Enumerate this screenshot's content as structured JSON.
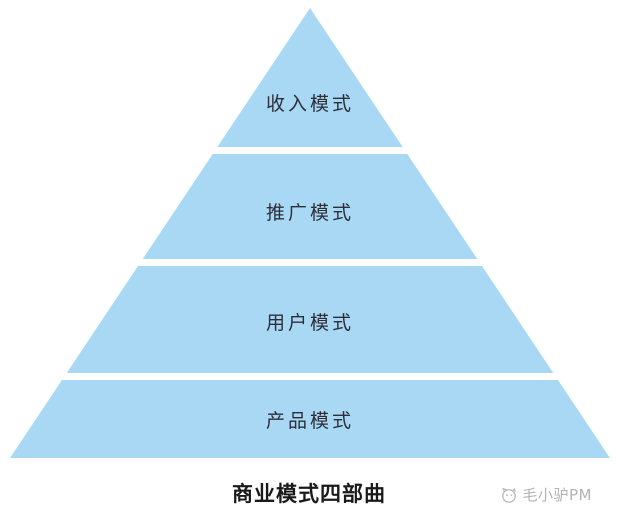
{
  "diagram": {
    "type": "pyramid",
    "title": "商业模式四部曲",
    "pyramid_color": "#A8D8F3",
    "text_color": "#2e2e3a",
    "levels": [
      {
        "label": "收入模式"
      },
      {
        "label": "推广模式"
      },
      {
        "label": "用户模式"
      },
      {
        "label": "产品模式"
      }
    ]
  },
  "watermark": {
    "text": "毛小驴PM"
  }
}
